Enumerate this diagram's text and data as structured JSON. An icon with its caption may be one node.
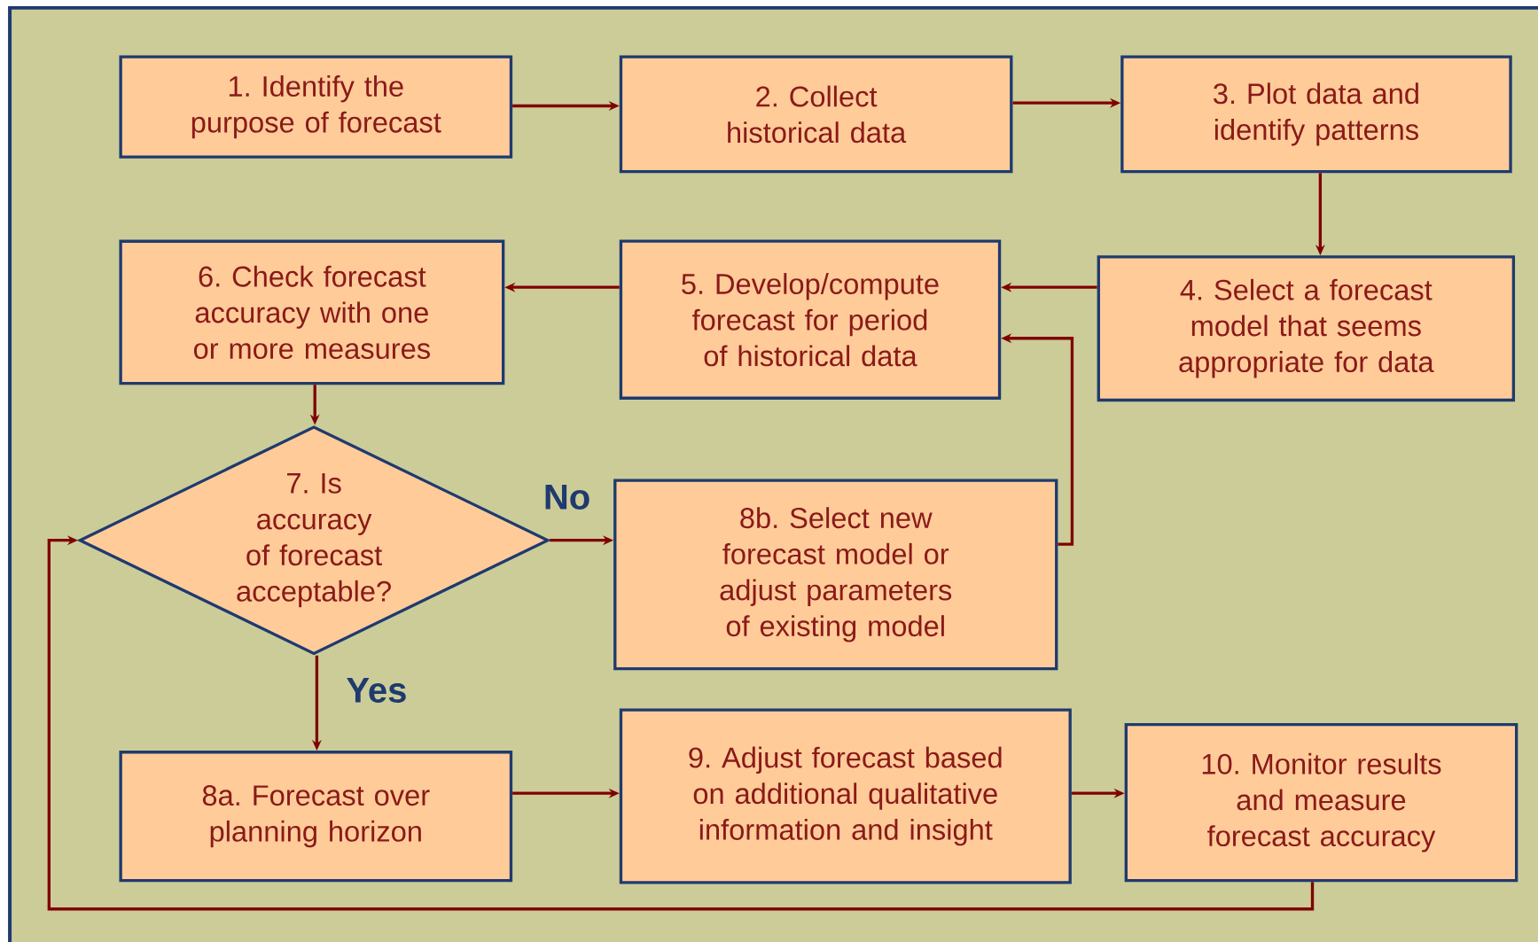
{
  "diagram": {
    "nodes": [
      {
        "text": [
          "1. Identify the purpose of forecast"
        ]
      },
      {
        "text": [
          "2. Collect historical data"
        ]
      },
      {
        "text": [
          "3. Plot data and identify patterns"
        ]
      },
      {
        "text": [
          "4. Select a forecast model that seems appropriate for data"
        ]
      },
      {
        "text": [
          "5. Develop/compute forecast for period of historical data"
        ]
      },
      {
        "text": [
          "6. Check forecast accuracy with one or more measures"
        ]
      },
      {
        "text": [
          "7. Is accuracy of forecast acceptable?"
        ]
      },
      {
        "text": [
          "8b. Select new forecast model or adjust parameters of existing model"
        ]
      },
      {
        "text": [
          "8a. Forecast over planning horizon"
        ]
      },
      {
        "text": [
          "9. Adjust forecast based on additional qualitative information and insight"
        ]
      },
      {
        "text": [
          "10. Monitor results and measure forecast accuracy"
        ]
      }
    ],
    "edges": [
      {
        "from": 0,
        "to": 1,
        "arrow": "to"
      },
      {
        "from": 1,
        "to": 2,
        "arrow": "to"
      },
      {
        "from": 2,
        "to": 3,
        "arrow": "to"
      },
      {
        "from": 3,
        "to": 4,
        "arrow": "to"
      },
      {
        "from": 4,
        "to": 5,
        "arrow": "to"
      },
      {
        "from": 5,
        "to": 6,
        "arrow": "to"
      },
      {
        "from": 6,
        "to": 7,
        "arrow": "to",
        "label": "No"
      },
      {
        "from": 6,
        "to": 8,
        "arrow": "to",
        "label": "Yes"
      },
      {
        "from": 7,
        "to": 4,
        "arrow": "to"
      },
      {
        "from": 8,
        "to": 9,
        "arrow": "to"
      },
      {
        "from": 9,
        "to": 10,
        "arrow": "to"
      },
      {
        "from": 10,
        "to": 6,
        "arrow": "to"
      }
    ]
  }
}
